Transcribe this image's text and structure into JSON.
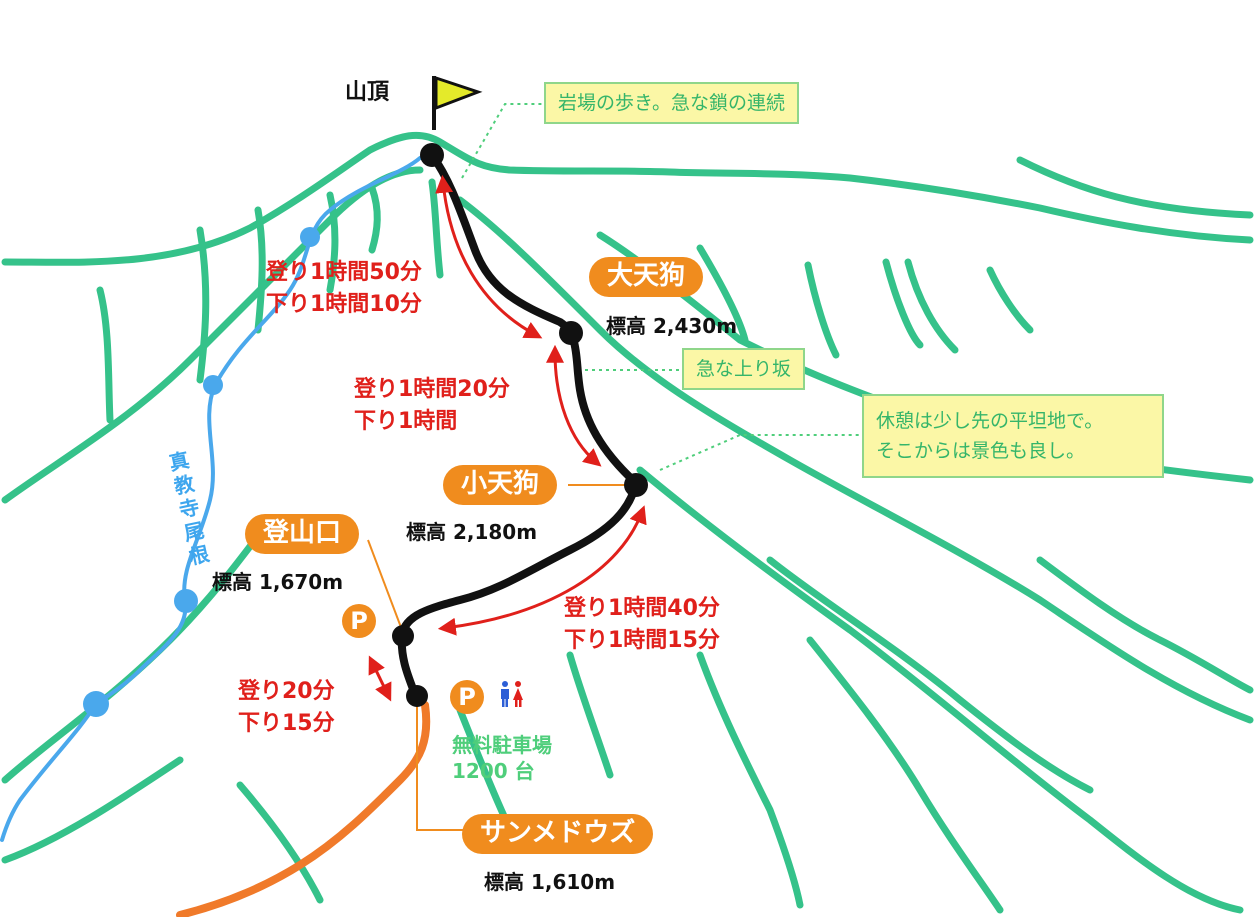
{
  "summit": {
    "label": "山頂"
  },
  "notes": {
    "rock": "岩場の歩き。急な鎖の連続",
    "steep": "急な上り坂",
    "rest_line1": "休憩は少し先の平坦地で。",
    "rest_line2": "そこからは景色も良し。"
  },
  "points": {
    "daitengu": {
      "name": "大天狗",
      "elevation": "標高 2,430m"
    },
    "kotengu": {
      "name": "小天狗",
      "elevation": "標高 2,180m"
    },
    "tozanguchi": {
      "name": "登山口",
      "elevation": "標高 1,670m"
    },
    "sunmeadows": {
      "name": "サンメドウズ",
      "elevation": "標高 1,610m"
    }
  },
  "segments": {
    "summit_daitengu": {
      "up": "登り1時間50分",
      "down": "下り1時間10分"
    },
    "daitengu_kotengu": {
      "up": "登り1時間20分",
      "down": "下り1時間"
    },
    "kotengu_tozanguchi": {
      "up": "登り1時間40分",
      "down": "下り1時間15分"
    },
    "tozanguchi_sunmeadows": {
      "up": "登り20分",
      "down": "下り15分"
    }
  },
  "parking": {
    "icon_letter": "P",
    "info_line1": "無料駐車場",
    "info_line2": "1200 台"
  },
  "ridge": {
    "label": "真教寺尾根"
  },
  "icons": [
    "flag-icon",
    "parking-icon",
    "toilet-icon"
  ],
  "colors": {
    "ridge_lines": "#35c28a",
    "route": "#111111",
    "arrows": "#e0201b",
    "water": "#4aa8ec",
    "access_road": "#f07a2a",
    "pill": "#f08c1e",
    "note_bg": "#fbf7a6"
  }
}
